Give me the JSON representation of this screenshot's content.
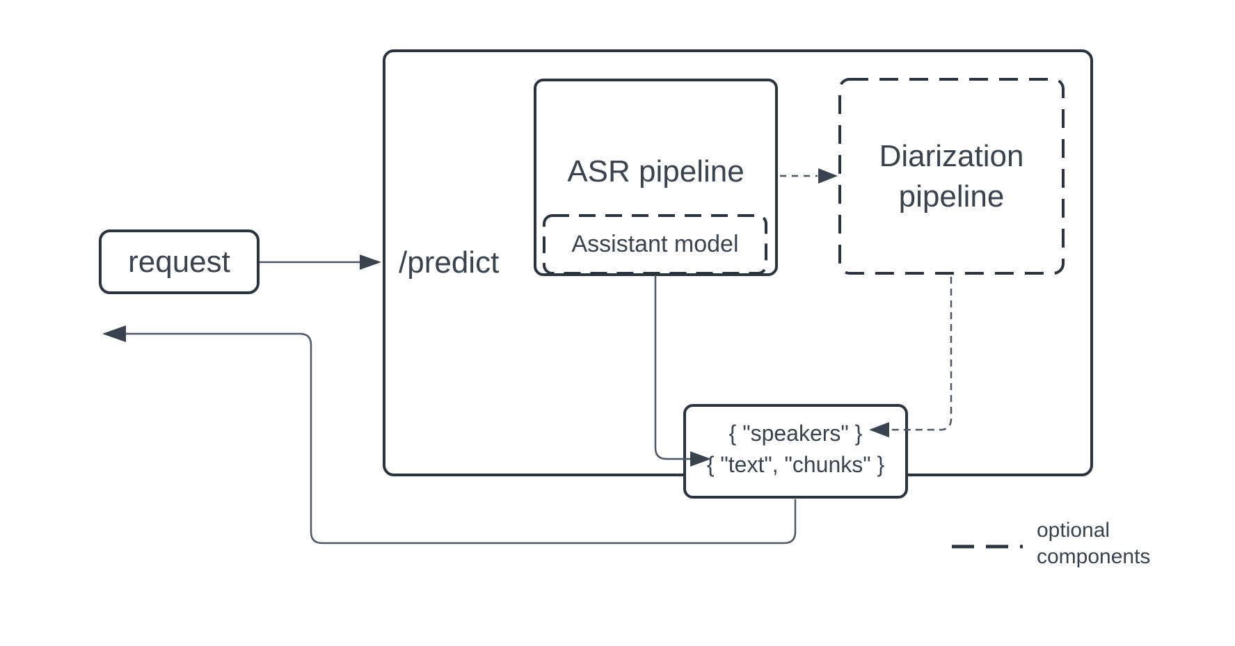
{
  "nodes": {
    "request": {
      "label": "request"
    },
    "predict": {
      "label": "/predict"
    },
    "asr": {
      "label": "ASR pipeline"
    },
    "assistant": {
      "label": "Assistant model"
    },
    "diarization": {
      "line1": "Diarization",
      "line2": "pipeline"
    },
    "output": {
      "line1": "{ \"speakers\" }",
      "line2": "{ \"text\", \"chunks\" }"
    }
  },
  "legend": {
    "line1": "optional",
    "line2": "components"
  },
  "colors": {
    "stroke": "#2b333e",
    "text": "#39424d",
    "thin_line": "#4d5663",
    "background": "#ffffff"
  }
}
